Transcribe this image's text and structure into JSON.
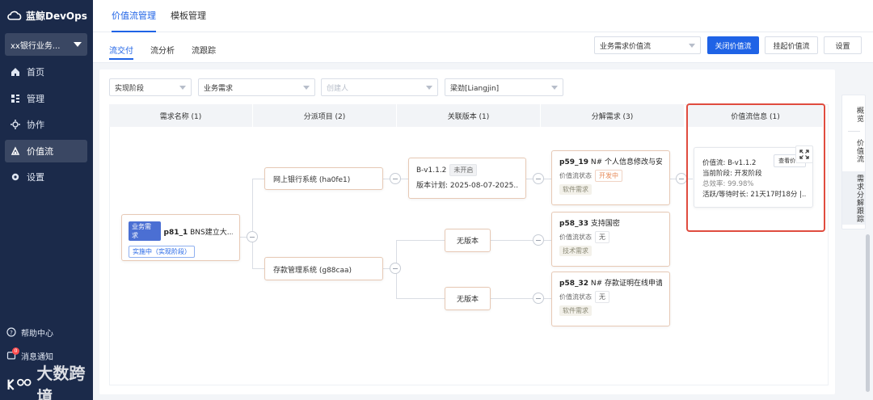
{
  "sidebar": {
    "brand": "蓝鲸DevOps",
    "project": "xx银行业务...",
    "items": [
      {
        "label": "首页",
        "icon": "home-icon"
      },
      {
        "label": "管理",
        "icon": "manage-icon"
      },
      {
        "label": "协作",
        "icon": "collab-icon"
      },
      {
        "label": "价值流",
        "icon": "value-stream-icon"
      },
      {
        "label": "设置",
        "icon": "settings-icon"
      }
    ],
    "help": "帮助中心",
    "notify": "消息通知",
    "notify_badge": "0",
    "watermark": "大数跨境"
  },
  "header": {
    "tabs": [
      "价值流管理",
      "模板管理"
    ],
    "active_tab": 0
  },
  "subheader": {
    "tabs": [
      "流交付",
      "流分析",
      "流跟踪"
    ],
    "value_stream_select": "业务需求价值流",
    "buttons": [
      "关闭价值流",
      "挂起价值流",
      "设置"
    ]
  },
  "filters": {
    "stage": "实现阶段",
    "type": "业务需求",
    "creator_placeholder": "创建人",
    "owner": "梁劲[Liangjin]"
  },
  "columns": [
    "需求名称 (1)",
    "分派项目 (2)",
    "关联版本 (1)",
    "分解需求 (3)",
    "价值流信息 (1)"
  ],
  "requirement": {
    "tag": "业务需求",
    "id": "p81_1",
    "name": "BNS建立大...",
    "status": "实施中（实现阶段）"
  },
  "projects": [
    "网上银行系统 (ha0fe1)",
    "存款管理系统 (g88caa)"
  ],
  "version": {
    "name": "B-v1.1.2",
    "state": "未开启",
    "plan": "版本计划: 2025-08-07-2025..."
  },
  "no_version": "无版本",
  "decomposed": [
    {
      "id": "p59_19",
      "title": "N# 个人信息修改与安...",
      "status_label": "价值流状态",
      "status": "开发中",
      "type": "软件需求"
    },
    {
      "id": "p58_33",
      "title": "支持国密",
      "status_label": "价值流状态",
      "status": "无",
      "type": "技术需求"
    },
    {
      "id": "p58_32",
      "title": "N# 存款证明在线申请",
      "status_label": "价值流状态",
      "status": "无",
      "type": "软件需求"
    }
  ],
  "value_info": {
    "stream": "价值流: B-v1.1.2",
    "stage": "当前阶段: 开发阶段",
    "efficiency": "总效率: 99.98%",
    "time": "活跃/等待时长: 21天17时18分 |...",
    "view": "查看价..."
  },
  "rail": [
    "概览",
    "价值流",
    "需求分解跟踪"
  ],
  "colors": {
    "accent": "#1f63e6",
    "sidebar": "#1b2a4a",
    "highlight": "#e04c3f"
  }
}
